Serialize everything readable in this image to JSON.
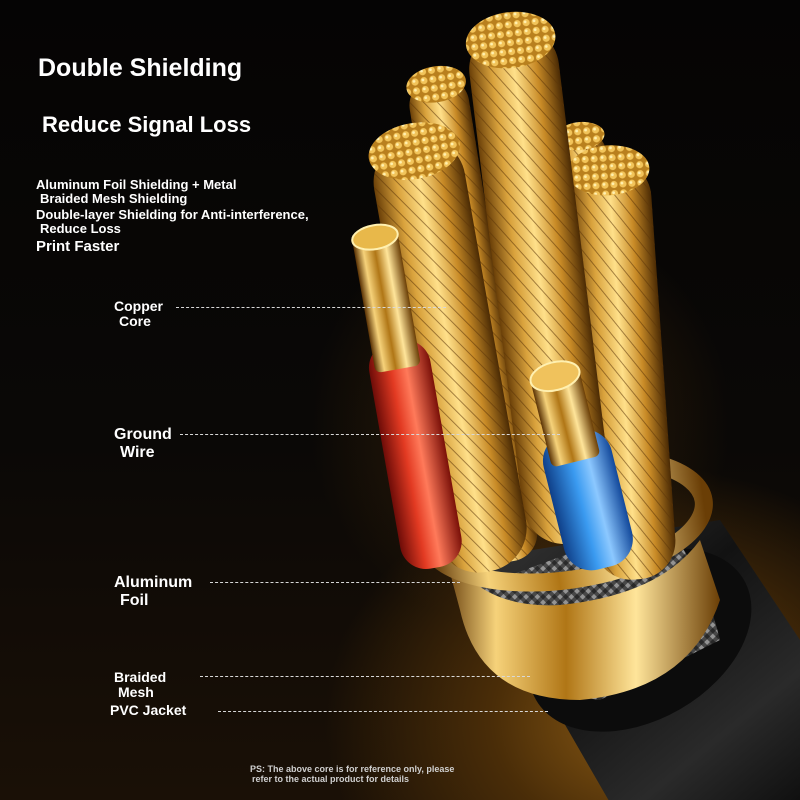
{
  "headline": "Double Shielding",
  "subheadline": "Reduce Signal Loss",
  "description": {
    "line1a": "Aluminum Foil Shielding + Metal",
    "line1b": "Braided Mesh Shielding",
    "line2a": "Double-layer Shielding for Anti-interference,",
    "line2b": "Reduce Loss",
    "line3": "Print Faster"
  },
  "callouts": {
    "copper_core": [
      "Copper",
      "Core"
    ],
    "ground_wire": [
      "Ground",
      "Wire"
    ],
    "aluminum_foil": [
      "Aluminum",
      "Foil"
    ],
    "braided_mesh": [
      "Braided",
      "Mesh"
    ],
    "pvc_jacket": "PVC Jacket"
  },
  "disclaimer": [
    "PS: The above core is for reference only, please",
    "refer to the actual product for details"
  ],
  "colors": {
    "background": "#000000",
    "copper": "#d4a23a",
    "gold_ring": "#e8b84a",
    "red_insulation": "#c0201a",
    "blue_insulation": "#2d7fd8",
    "jacket": "#1a1a1a",
    "text": "#ffffff"
  }
}
